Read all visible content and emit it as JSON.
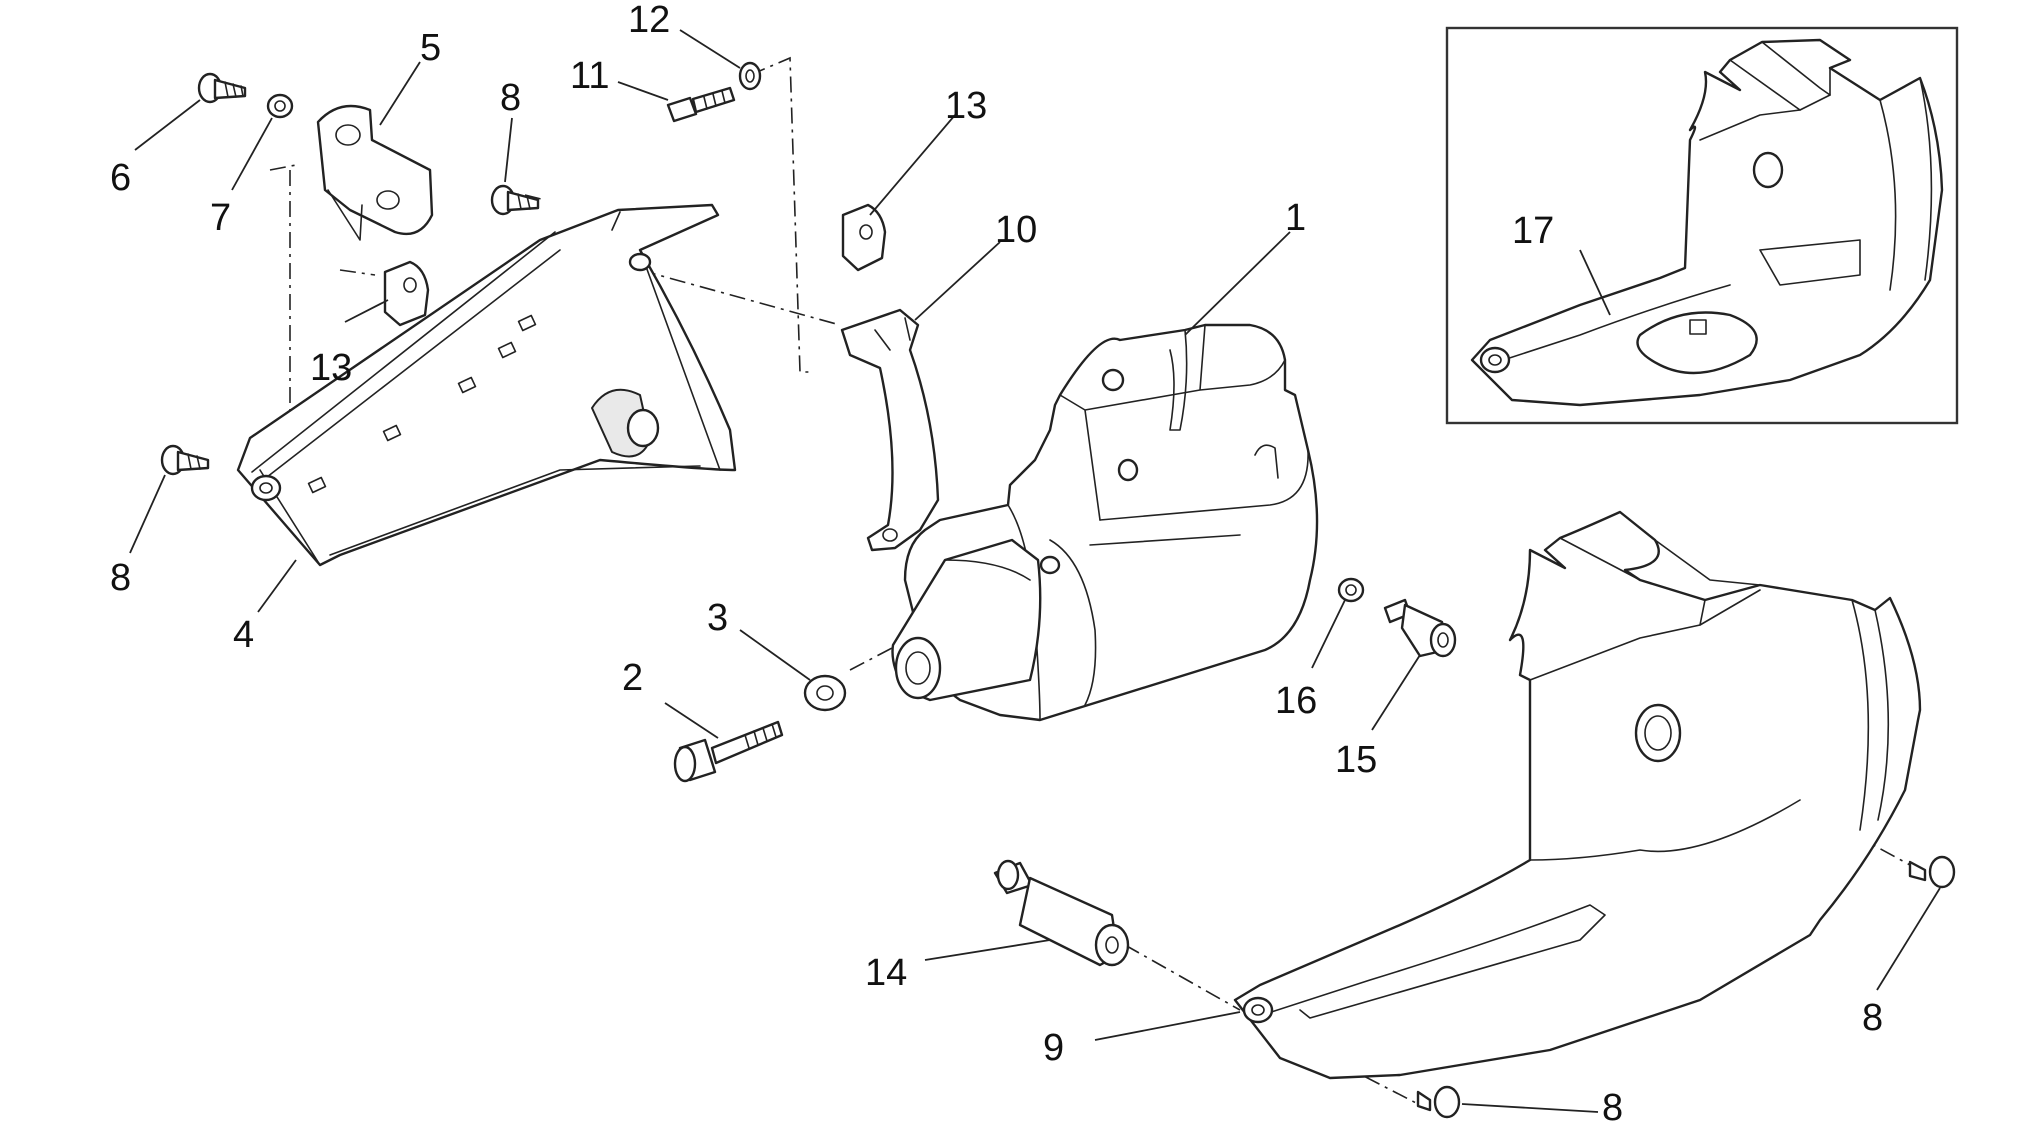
{
  "callouts": [
    {
      "id": "c1",
      "label": "1"
    },
    {
      "id": "c2",
      "label": "2"
    },
    {
      "id": "c3",
      "label": "3"
    },
    {
      "id": "c4",
      "label": "4"
    },
    {
      "id": "c5",
      "label": "5"
    },
    {
      "id": "c6",
      "label": "6"
    },
    {
      "id": "c7",
      "label": "7"
    },
    {
      "id": "c8a",
      "label": "8"
    },
    {
      "id": "c8b",
      "label": "8"
    },
    {
      "id": "c8c",
      "label": "8"
    },
    {
      "id": "c8d",
      "label": "8"
    },
    {
      "id": "c9",
      "label": "9"
    },
    {
      "id": "c10",
      "label": "10"
    },
    {
      "id": "c11",
      "label": "11"
    },
    {
      "id": "c12",
      "label": "12"
    },
    {
      "id": "c13a",
      "label": "13"
    },
    {
      "id": "c13b",
      "label": "13"
    },
    {
      "id": "c14",
      "label": "14"
    },
    {
      "id": "c15",
      "label": "15"
    },
    {
      "id": "c16",
      "label": "16"
    },
    {
      "id": "c17",
      "label": "17"
    }
  ]
}
